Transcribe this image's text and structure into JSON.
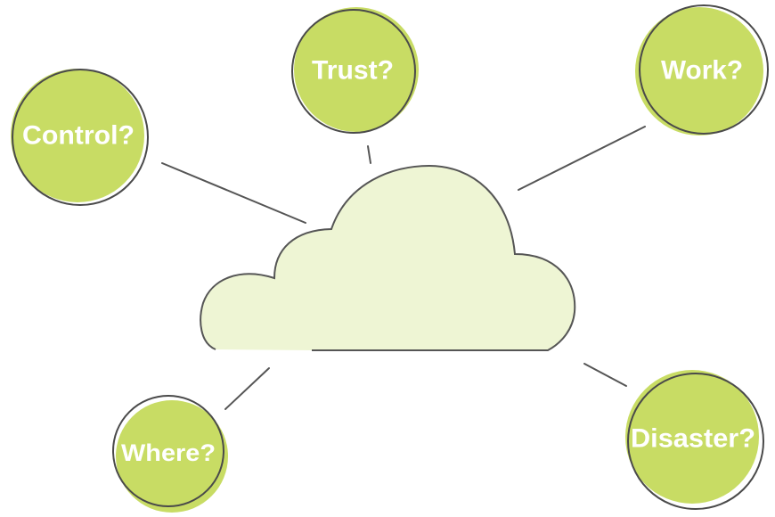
{
  "diagram": {
    "title": "",
    "center": {
      "label": "cloud",
      "fill": "#eef5d4",
      "stroke": "#555555"
    },
    "colors": {
      "bubble_fill": "#c8dc64",
      "bubble_stroke": "#4a4a4a",
      "connector": "#555555",
      "text": "#ffffff"
    },
    "nodes": [
      {
        "id": "control",
        "label": "Control?"
      },
      {
        "id": "trust",
        "label": "Trust?"
      },
      {
        "id": "work",
        "label": "Work?"
      },
      {
        "id": "where",
        "label": "Where?"
      },
      {
        "id": "disaster",
        "label": "Disaster?"
      }
    ]
  }
}
